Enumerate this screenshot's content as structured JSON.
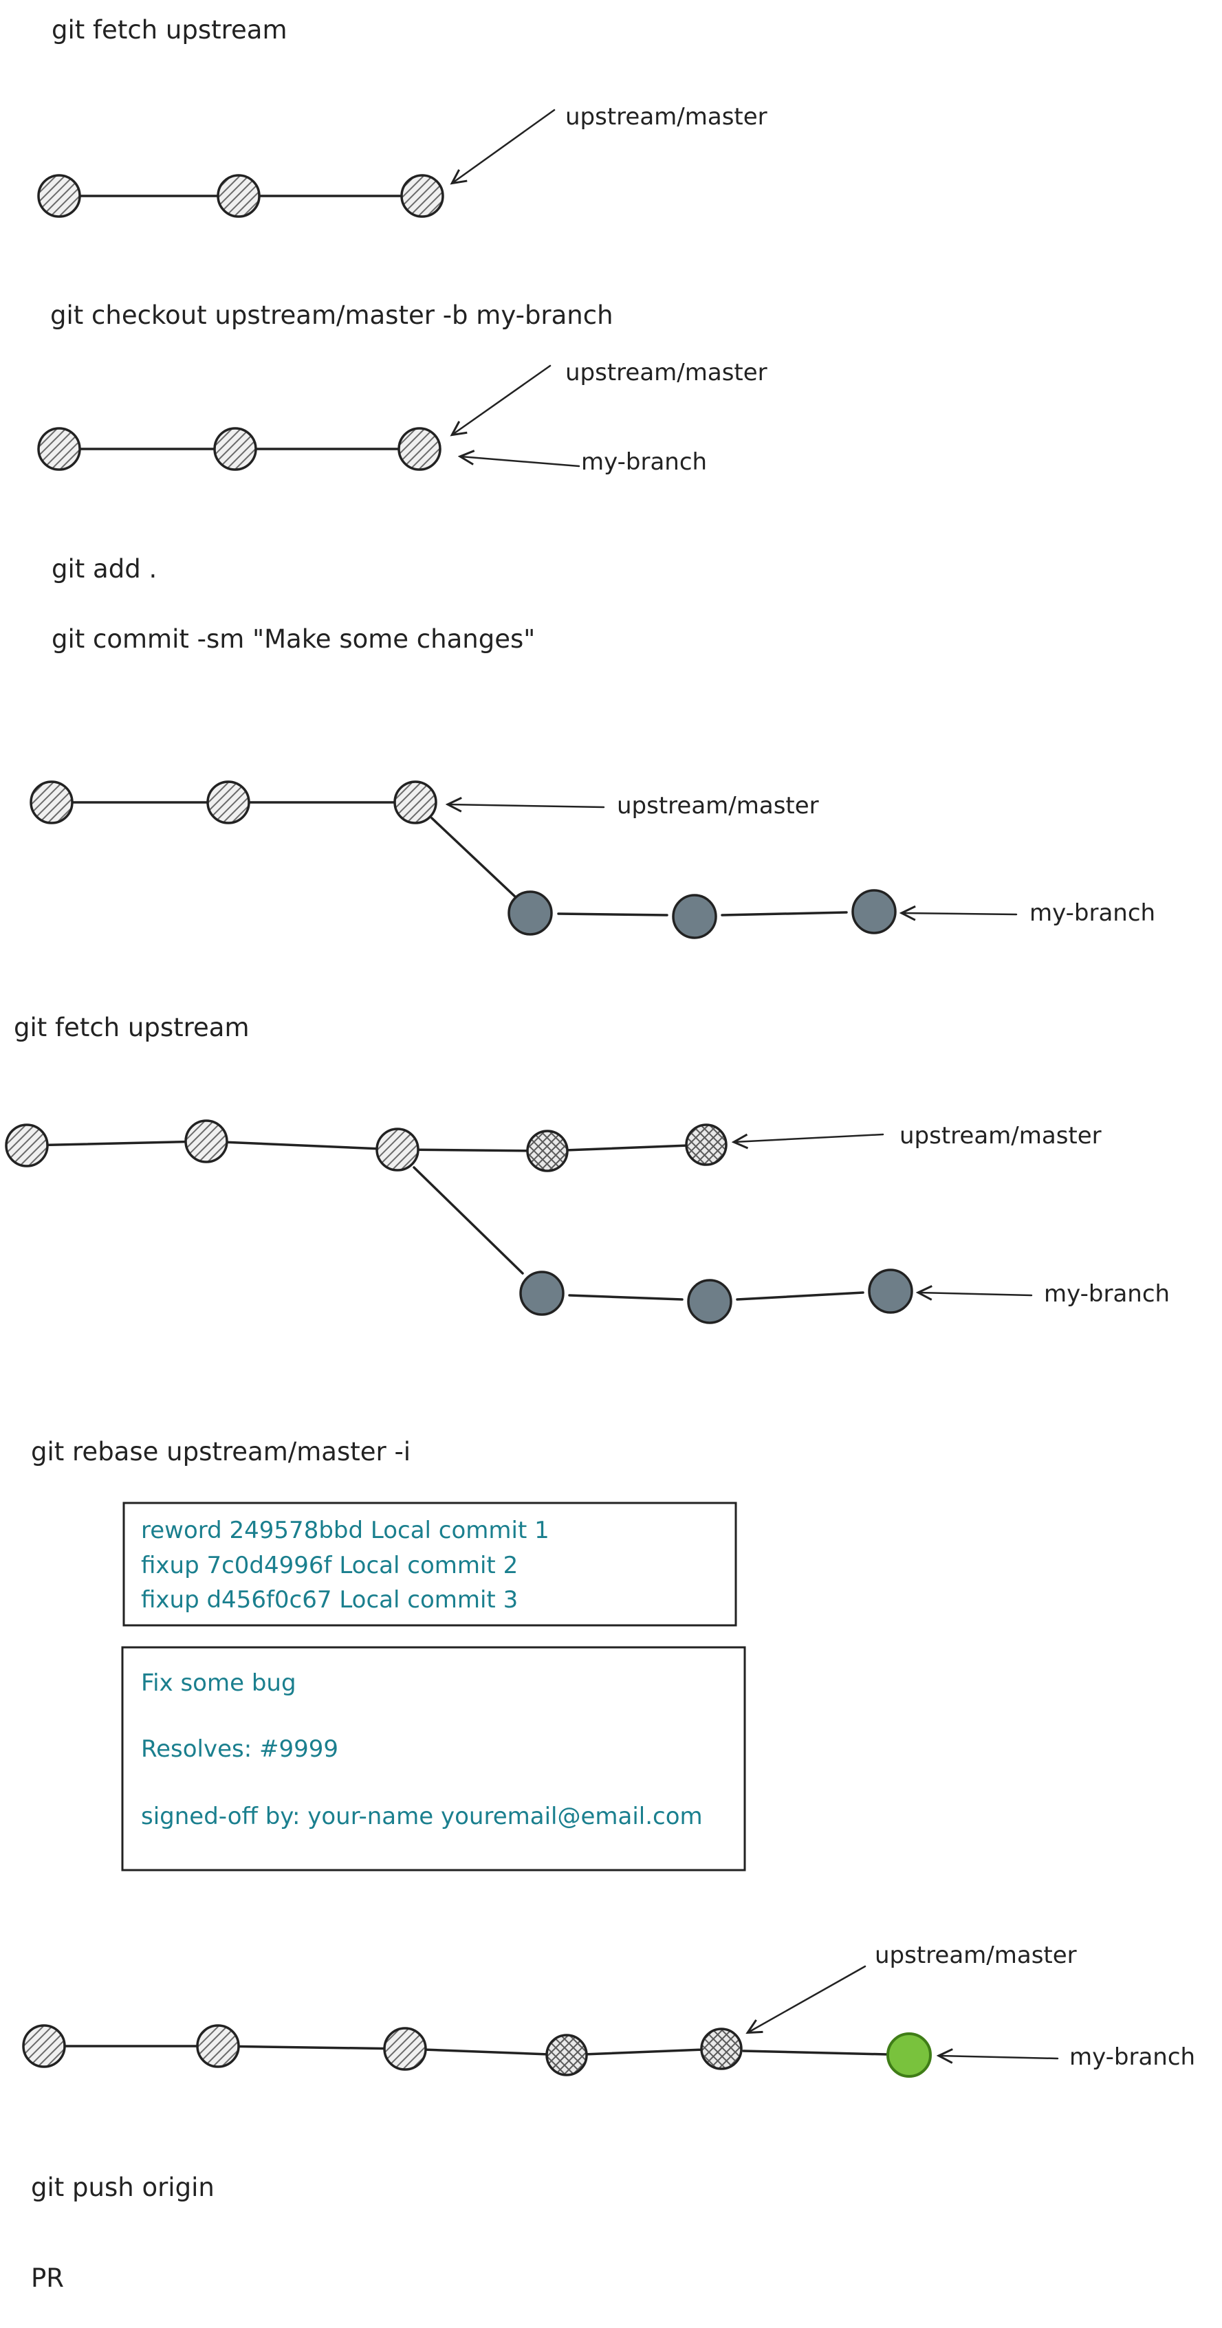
{
  "colors": {
    "ink": "#222222",
    "teal": "#1a7f8e",
    "commit_dark": "#6e7e88",
    "commit_green": "#79c23d",
    "commit_green_edge": "#3f7d17"
  },
  "commands": {
    "fetch_upstream_1": "git fetch upstream",
    "checkout": "git checkout upstream/master -b my-branch",
    "add": "git add .",
    "commit": "git commit -sm \"Make some changes\"",
    "fetch_upstream_2": "git fetch upstream",
    "rebase": "git rebase upstream/master -i",
    "push": "git push origin",
    "pr": "PR"
  },
  "labels": {
    "upstream_master": "upstream/master",
    "my_branch": "my-branch"
  },
  "rebase_todo": {
    "lines": [
      "reword 249578bbd Local commit 1",
      "fixup 7c0d4996f Local commit 2",
      "fixup d456f0c67 Local commit 3"
    ]
  },
  "commit_message": {
    "lines": [
      "Fix some bug",
      "Resolves: #9999",
      "signed-off by: your-name youremail@email.com"
    ]
  }
}
